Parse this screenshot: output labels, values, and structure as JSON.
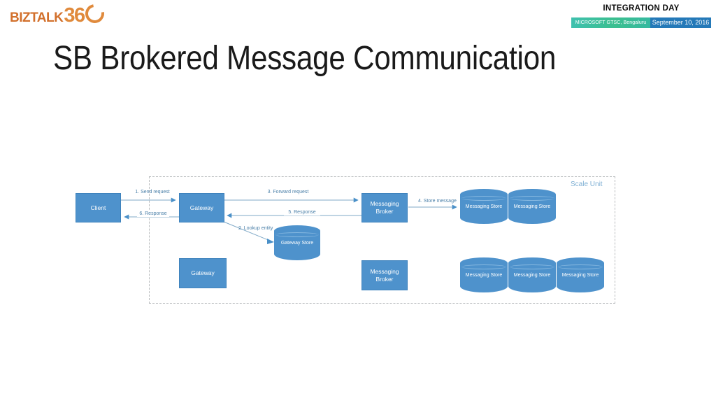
{
  "brand": {
    "logo_word": "BIZTALK",
    "logo_number": "36",
    "logo_ring_name": "logo-ring-zero"
  },
  "header": {
    "event_title": "INTEGRATION DAY",
    "venue": "MICROSOFT GTSC, Bengaluru",
    "date": "September 10, 2016",
    "venue_color": "#3bbf9c",
    "date_color": "#2479b8"
  },
  "slide": {
    "title": "SB Brokered Message Communication"
  },
  "diagram": {
    "boundary_label": "Scale Unit",
    "accent_color": "#4e92cc",
    "edge_label_color": "#4a7fa8",
    "boundary_color": "#b9bcbe",
    "nodes": [
      {
        "id": "client",
        "label": "Client"
      },
      {
        "id": "gateway-1",
        "label": "Gateway"
      },
      {
        "id": "gateway-2",
        "label": "Gateway"
      },
      {
        "id": "messaging-broker-1",
        "label": "Messaging Broker"
      },
      {
        "id": "messaging-broker-2",
        "label": "Messaging Broker"
      }
    ],
    "stores": [
      {
        "id": "gateway-store",
        "label": "Gateway Store"
      },
      {
        "id": "messaging-store-1",
        "label": "Messaging Store"
      },
      {
        "id": "messaging-store-2",
        "label": "Messaging Store"
      },
      {
        "id": "messaging-store-3",
        "label": "Messaging Store"
      },
      {
        "id": "messaging-store-4",
        "label": "Messaging Store"
      },
      {
        "id": "messaging-store-5",
        "label": "Messaging Store"
      }
    ],
    "flows": [
      {
        "id": "flow-1",
        "label": "1. Send request"
      },
      {
        "id": "flow-2",
        "label": "2. Lookup entity"
      },
      {
        "id": "flow-3",
        "label": "3. Forward request"
      },
      {
        "id": "flow-4",
        "label": "4. Store message"
      },
      {
        "id": "flow-5",
        "label": "5. Response"
      },
      {
        "id": "flow-6",
        "label": "6. Response"
      }
    ]
  }
}
